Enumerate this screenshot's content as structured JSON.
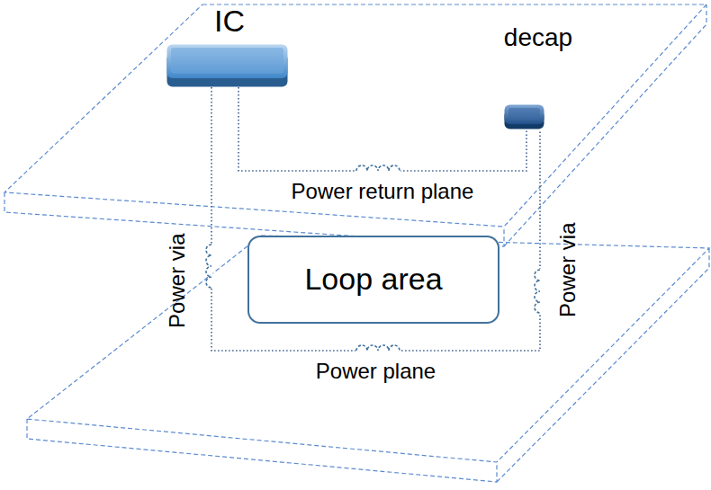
{
  "diagram": {
    "nodes": [
      {
        "text": [
          "IC"
        ]
      },
      {
        "text": [
          "decap"
        ]
      },
      {
        "text": [
          "Loop area"
        ]
      }
    ],
    "edges": [
      {
        "from": 0,
        "to": 1,
        "arrow": "none",
        "label": "Power return plane"
      },
      {
        "from": 0,
        "to": 1,
        "arrow": "none",
        "label": "Power plane"
      }
    ],
    "labels": [
      "Power via",
      "Power via"
    ]
  }
}
